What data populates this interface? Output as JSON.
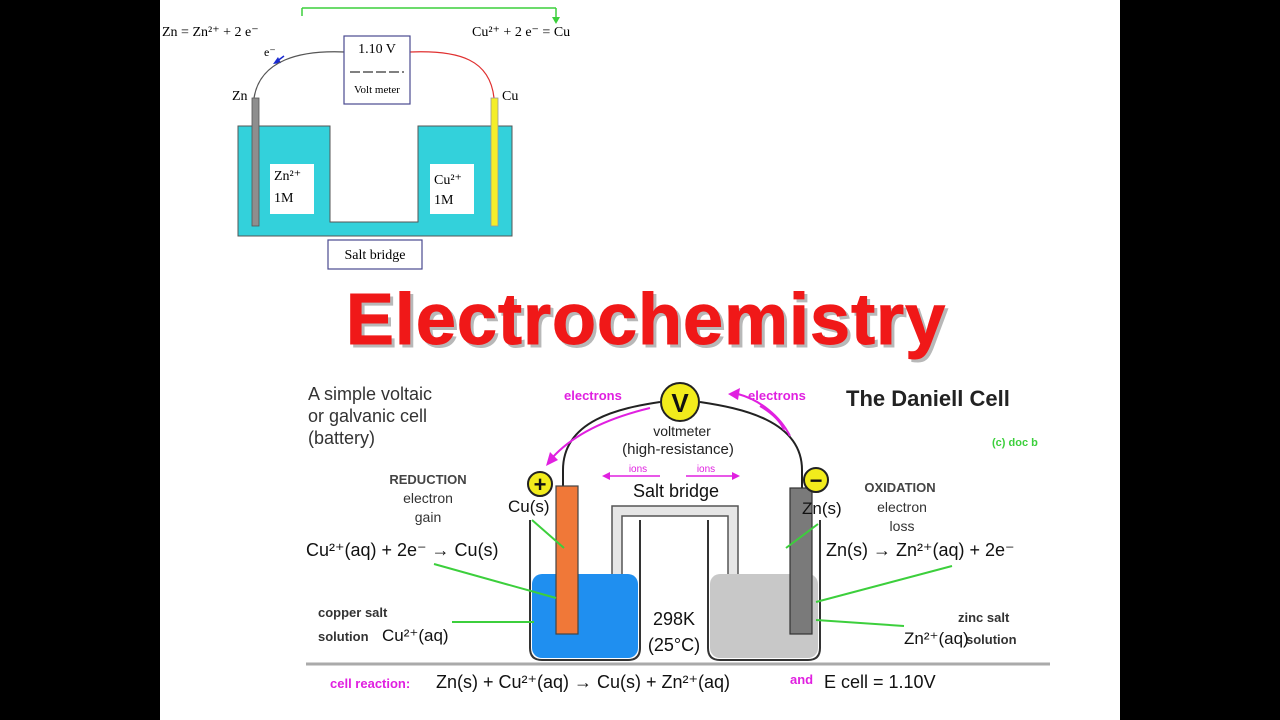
{
  "slide": {
    "title": "Electrochemistry",
    "title_color": "#f01818"
  },
  "top_diagram": {
    "zn_equation": "Zn = Zn²⁺ + 2 e⁻",
    "cu_equation": "Cu²⁺ + 2 e⁻ = Cu",
    "electron": "e⁻",
    "voltmeter_value": "1.10 V",
    "voltmeter_label": "Volt meter",
    "zn_label": "Zn",
    "cu_label": "Cu",
    "zn_solution": "Zn²⁺",
    "zn_conc": "1M",
    "cu_solution": "Cu²⁺",
    "cu_conc": "1M",
    "salt_bridge": "Salt bridge",
    "solution_color": "#33d1db"
  },
  "daniell": {
    "title": "The Daniell Cell",
    "credit": "(c) doc b",
    "intro_1": "A simple voltaic",
    "intro_2": "or galvanic cell",
    "intro_3": "(battery)",
    "electrons_left": "electrons",
    "electrons_right": "electrons",
    "voltmeter_symbol": "V",
    "voltmeter_1": "voltmeter",
    "voltmeter_2": "(high-resistance)",
    "ions_left": "ions",
    "ions_right": "ions",
    "salt_bridge": "Salt bridge",
    "plus": "+",
    "minus": "−",
    "reduction_1": "REDUCTION",
    "reduction_2": "electron",
    "reduction_3": "gain",
    "oxidation_1": "OXIDATION",
    "oxidation_2": "electron",
    "oxidation_3": "loss",
    "cu_electrode": "Cu(s)",
    "zn_electrode": "Zn(s)",
    "cu_half_reaction": "Cu²⁺(aq) + 2e⁻ → Cu(s)",
    "zn_half_reaction": "Zn(s) → Zn²⁺(aq) + 2e⁻",
    "copper_salt_1": "copper salt",
    "copper_salt_2": "solution",
    "copper_salt_ion": "Cu²⁺(aq)",
    "zinc_salt_1": "zinc salt",
    "zinc_salt_2": "solution",
    "zinc_salt_ion": "Zn²⁺(aq)",
    "temp_1": "298K",
    "temp_2": "(25°C)",
    "cell_reaction_label": "cell reaction:",
    "cell_reaction": "Zn(s) + Cu²⁺(aq) → Cu(s) + Zn²⁺(aq)",
    "and_word": "and",
    "ecell": "E cell = 1.10V",
    "magenta": "#e020e0",
    "copper_color": "#f07838",
    "zinc_color": "#7a7a7a",
    "cu_solution_color": "#1f8ff0",
    "zn_solution_color": "#c8c8c8",
    "green": "#3ccf3c"
  }
}
